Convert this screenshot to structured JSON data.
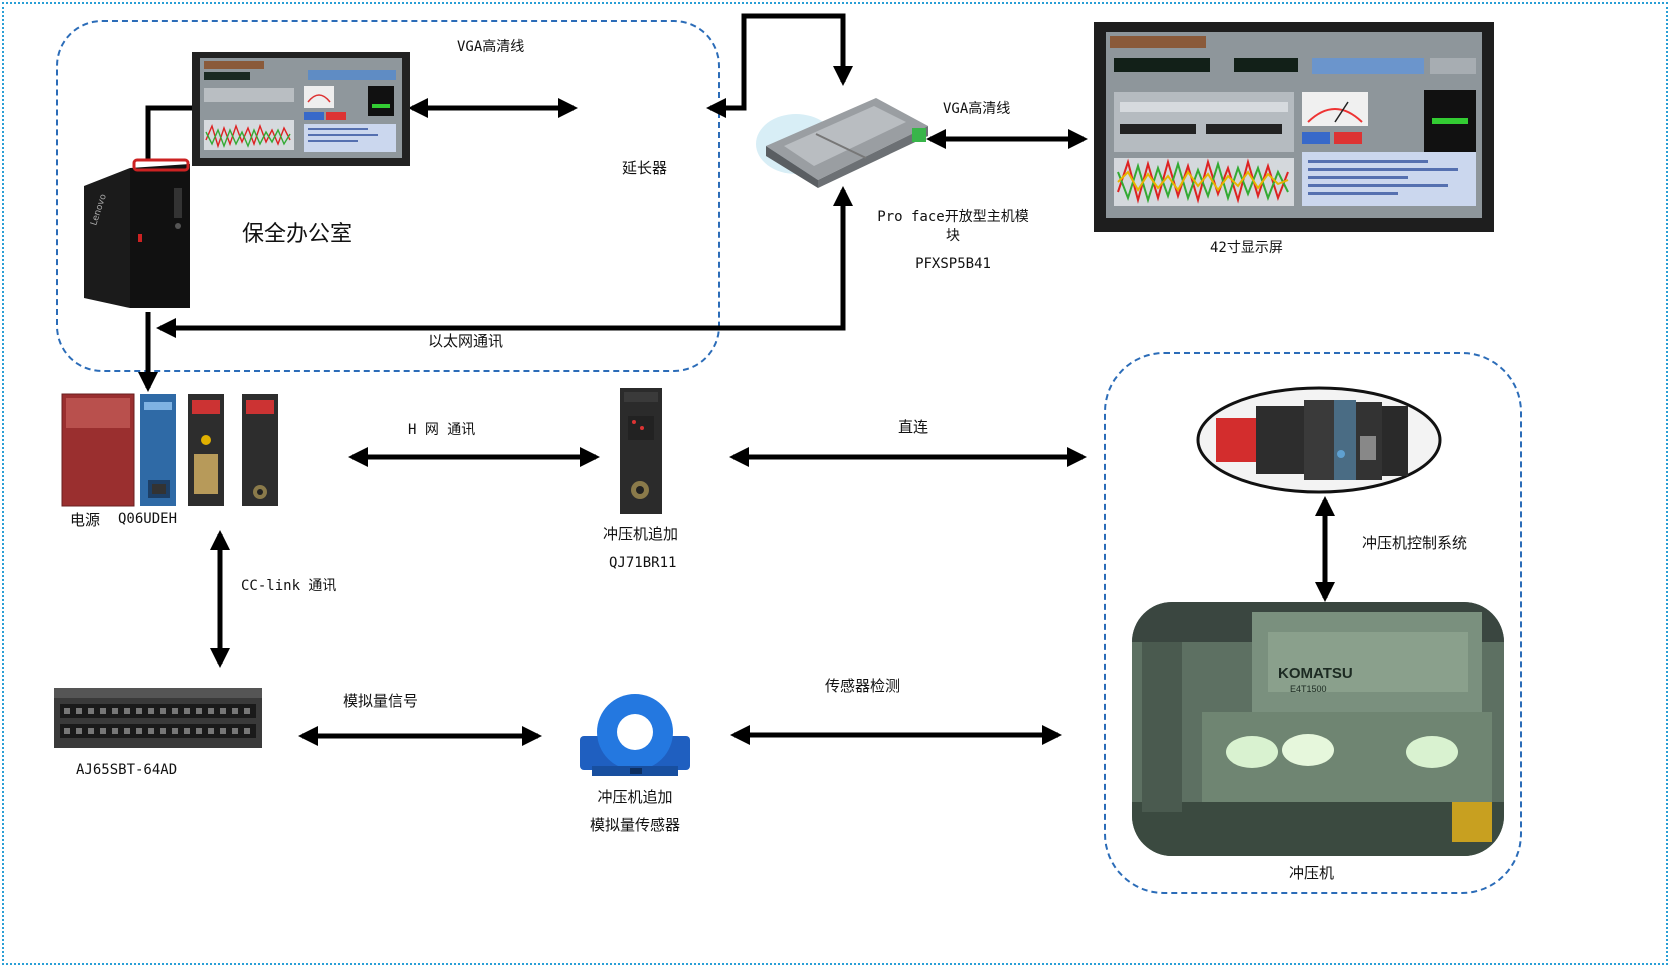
{
  "labels": {
    "vga_top": "VGA高清线",
    "extender": "延长器",
    "security_office": "保全办公室",
    "vga_right": "VGA高清线",
    "proface_line1": "Pro face开放型主机模",
    "proface_line2": "块",
    "proface_model": "PFXSP5B41",
    "display_42": "42寸显示屏",
    "ethernet": "以太网通讯",
    "power": "电源",
    "cpu": "Q06UDEH",
    "h_network": "H 网 通讯",
    "press_add": "冲压机追加",
    "qj71br11": "QJ71BR11",
    "direct": "直连",
    "press_control": "冲压机控制系统",
    "cclink": "CC-link 通讯",
    "analog_signal": "模拟量信号",
    "sensor_detect": "传感器检测",
    "aj65": "AJ65SBT-64AD",
    "sensor_line1": "冲压机追加",
    "sensor_line2": "模拟量传感器",
    "press": "冲压机"
  },
  "device_text": {
    "lenovo": "Lenovo",
    "komatsu": "KOMATSU",
    "press_model": "E4T1500"
  },
  "colors": {
    "frame": "#2a9fd6",
    "zone": "#2b6cb8",
    "arrow": "#000000",
    "plc_red": "#b23a3a",
    "plc_blue": "#3a78b5",
    "sensor_blue": "#1f6fd1"
  }
}
